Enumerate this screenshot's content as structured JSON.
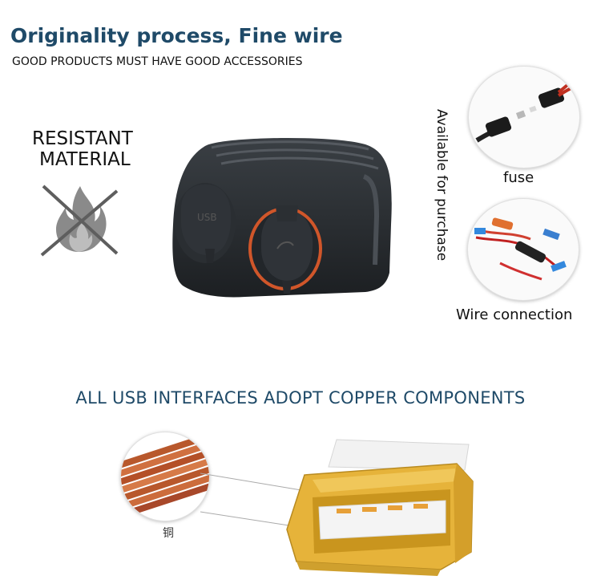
{
  "header": {
    "title": "Originality process, Fine wire",
    "subtitle": "GOOD PRODUCTS MUST HAVE GOOD ACCESSORIES"
  },
  "features": {
    "resistant_line1": "RESISTANT",
    "resistant_line2": "MATERIAL",
    "available_text": "Available for purchase",
    "fuse_label": "fuse",
    "wire_label": "Wire connection"
  },
  "copper": {
    "heading": "ALL USB INTERFACES ADOPT COPPER COMPONENTS",
    "label": "铜"
  },
  "product": {
    "left_socket_text": "USB"
  },
  "colors": {
    "title_blue": "#1f4a68",
    "socket_ring": "#d0562a",
    "copper": "#c8683a",
    "usb_gold": "#e6b33a"
  },
  "icons": [
    "no-fire-icon"
  ]
}
